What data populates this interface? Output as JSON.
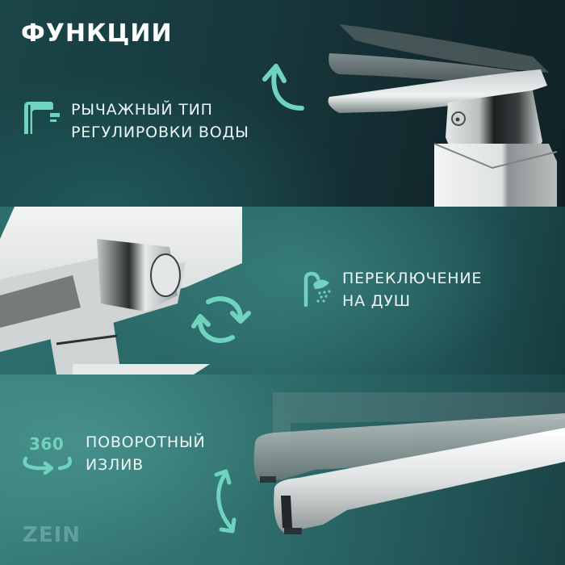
{
  "title": "ФУНКЦИИ",
  "colors": {
    "accent": "#6fd3bd",
    "text": "#eef6f5",
    "panel_top": "#17383c",
    "panel_middle": "#2a6767",
    "panel_bottom": "#2f6f6d",
    "chrome": "#d9dcdc"
  },
  "features": [
    {
      "icon": "faucet-lever-icon",
      "lines": [
        "РЫЧАЖНЫЙ ТИП",
        "РЕГУЛИРОВКИ ВОДЫ"
      ],
      "gesture_icon": "curved-arrow-up-icon"
    },
    {
      "icon": "shower-head-icon",
      "lines": [
        "ПЕРЕКЛЮЧЕНИЕ",
        "НА ДУШ"
      ],
      "gesture_icon": "refresh-cycle-icon"
    },
    {
      "icon": "rotate-360-icon",
      "icon_label": "360",
      "lines": [
        "ПОВОРОТНЫЙ",
        "ИЗЛИВ"
      ],
      "gesture_icon": "curved-double-arrow-icon"
    }
  ],
  "logo": "ZEIN"
}
